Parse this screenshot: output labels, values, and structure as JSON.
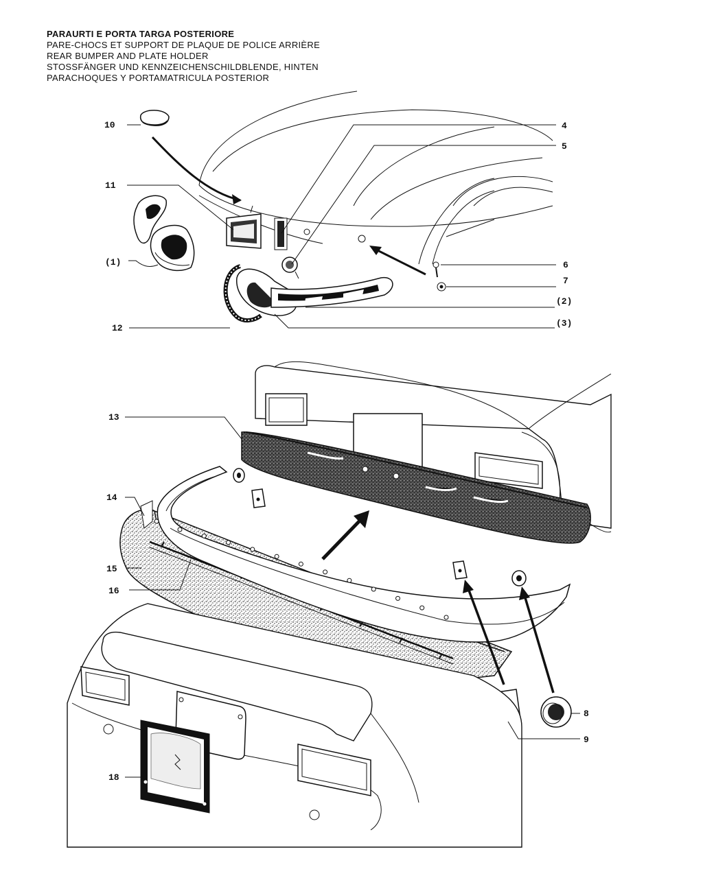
{
  "titles": [
    "PARAURTI E PORTA TARGA POSTERIORE",
    "PARE-CHOCS ET SUPPORT DE PLAQUE DE POLICE ARRIÈRE",
    "REAR BUMPER AND PLATE HOLDER",
    "STOSSFÄNGER UND KENNZEICHENSCHILDBLENDE, HINTEN",
    "PARACHOQUES Y PORTAMATRICULA POSTERIOR"
  ],
  "labels": {
    "p10": "10",
    "p11": "11",
    "p1": "(1)",
    "p12": "12",
    "p4": "4",
    "p5": "5",
    "p6": "6",
    "p7": "7",
    "p2": "(2)",
    "p3": "(3)",
    "p13": "13",
    "p14": "14",
    "p15": "15",
    "p16": "16",
    "p8": "8",
    "p9": "9",
    "p18": "18"
  }
}
